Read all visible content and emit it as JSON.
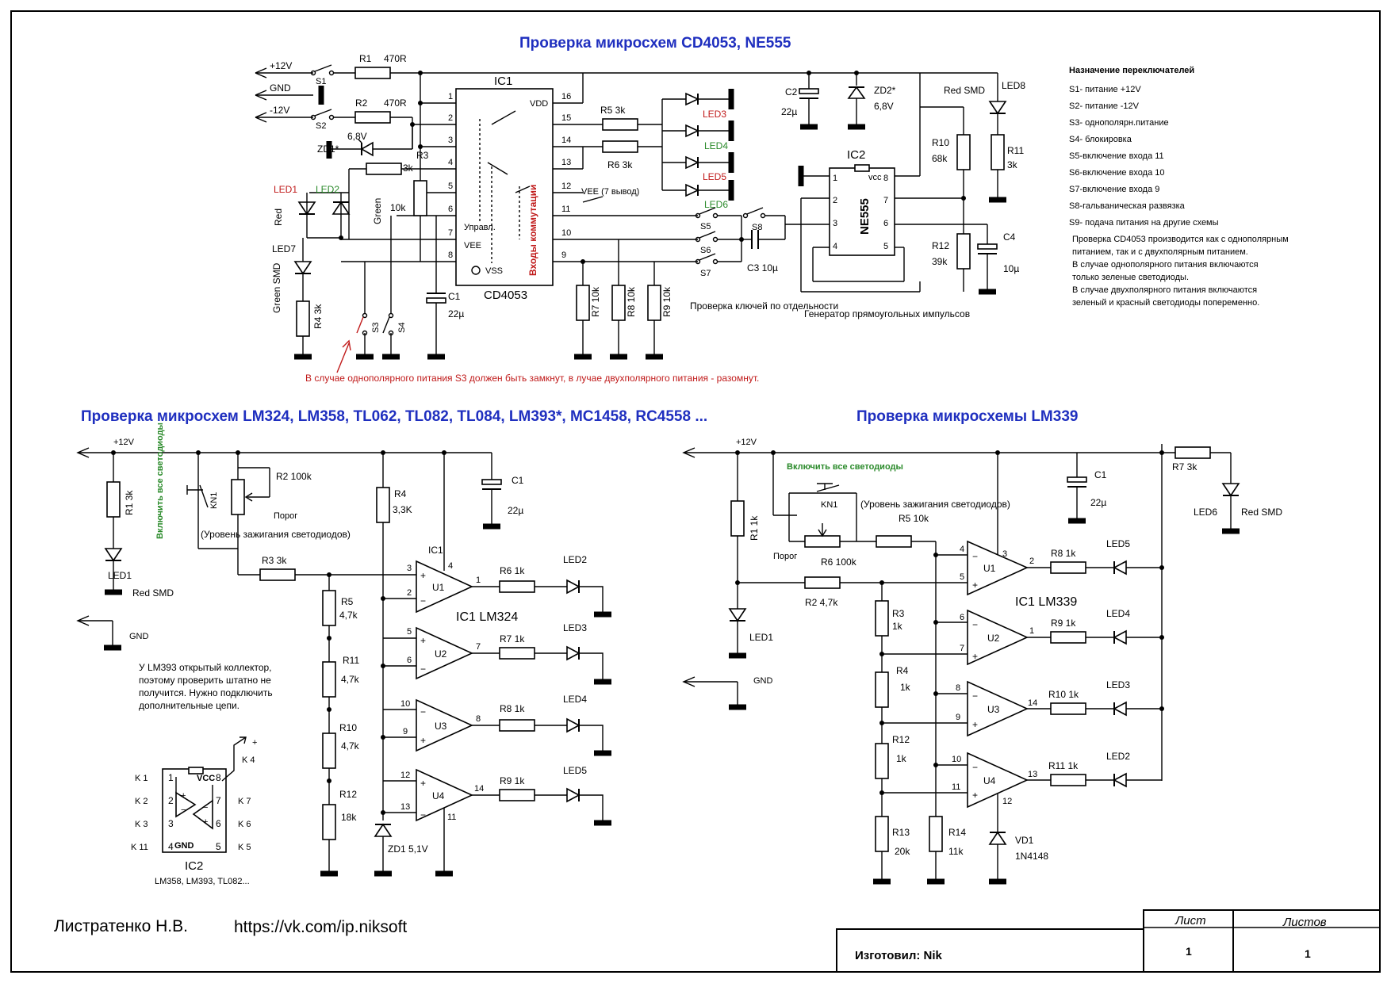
{
  "titles": {
    "top": "Проверка микросхем CD4053, NE555",
    "left": "Проверка микросхем LM324, LM358, TL062, TL082, TL084, LM393*, MC1458, RC4558 ...",
    "right": "Проверка микросхемы LM339"
  },
  "top": {
    "rails": {
      "p12": "+12V",
      "gnd": "GND",
      "m12": "-12V"
    },
    "r1": "R1",
    "r1v": "470R",
    "r2": "R2",
    "r2v": "470R",
    "r3": "R3",
    "r3v": "3k",
    "zd1": "ZD1*",
    "zd1v": "6,8V",
    "s1": "S1",
    "s2": "S2",
    "s3": "S3",
    "s4": "S4",
    "r10k": "10k",
    "led1": "LED1",
    "led1c": "Red",
    "led2": "LED2",
    "led2c": "Green",
    "led7": "LED7",
    "led7c": "Green SMD",
    "r4": "R4 3k",
    "ic1": "IC1",
    "ic1name": "CD4053",
    "pins_l": [
      "1",
      "2",
      "3",
      "4",
      "5",
      "6",
      "7",
      "8"
    ],
    "pins_r": [
      "16",
      "15",
      "14",
      "13",
      "12",
      "11",
      "10",
      "9"
    ],
    "vdd": "VDD",
    "vee": "VEE",
    "vss": "VSS",
    "upr": "Управл.",
    "inputs": "Входы коммутации",
    "veenote": "VEE (7 вывод)",
    "c1": "C1",
    "c1v": "22µ",
    "r5": "R5  3k",
    "r6": "R6  3k",
    "led3": "LED3",
    "led4": "LED4",
    "led5": "LED5",
    "led6": "LED6",
    "r7": "R7  10k",
    "r8": "R8  10k",
    "r9": "R9  10k",
    "s5": "S5",
    "s6": "S6",
    "s7": "S7",
    "s8": "S8",
    "c3": "C3  10µ",
    "keys": "Проверка ключей по отдельности",
    "c2": "C2",
    "c2v": "22µ",
    "zd2": "ZD2*",
    "zd2v": "6,8V",
    "ic2": "IC2",
    "ne555": "NE555",
    "vcc": "vcc",
    "ne_pins": [
      "1",
      "2",
      "3",
      "4",
      "8",
      "7",
      "6",
      "5"
    ],
    "r10": "R10",
    "r10v": "68k",
    "r12": "R12",
    "r12v": "39k",
    "c4": "C4",
    "c4v": "10µ",
    "led8": "LED8",
    "led8c": "Red SMD",
    "r11": "R11",
    "r11v": "3k",
    "gen": "Генератор прямоугольных импульсов",
    "note": "В случае однополярного питания S3 должен быть замкнут, в лучае двухполярного питания - разомнут."
  },
  "switches": {
    "heading": "Назначение переключателей",
    "items": [
      {
        "text": "S1- питание +12V",
        "color": "#000000"
      },
      {
        "text": "S2- питание -12V",
        "color": "#000000"
      },
      {
        "text": "S3- однополярн.питание",
        "color": "#c01a1a"
      },
      {
        "text": "S4- блокировка",
        "color": "#000000"
      },
      {
        "text": "S5-включение входа 11",
        "color": "#000000"
      },
      {
        "text": "S6-включение входа 10",
        "color": "#000000"
      },
      {
        "text": "S7-включение входа 9",
        "color": "#000000"
      },
      {
        "text": "S8-гальваническая развязка",
        "color": "#000000"
      },
      {
        "text": "S9- подача питания на другие схемы",
        "color": "#000000"
      }
    ],
    "desc": [
      "Проверка CD4053 производится как с однополярным",
      "питанием, так и с двухполярным питанием.",
      "В случае однополярного питания включаются",
      "только зеленые светодиоды.",
      "В случае двухполярного питания включаются",
      "зеленый и красный светодиоды попеременно."
    ]
  },
  "left": {
    "p12": "+12V",
    "gnd": "GND",
    "r1": "R1  3k",
    "led1": "LED1",
    "led1c": "Red SMD",
    "enable": "Включить все светодиоды",
    "kn1": "KN1",
    "r2": "R2  100k",
    "porog": "Порог",
    "level": "(Уровень зажигания светодиодов)",
    "r3": "R3   3k",
    "r4": "R4",
    "r4v": "3,3K",
    "c1": "C1",
    "c1v": "22µ",
    "r5": "R5",
    "r5v": "4,7k",
    "r11": "R11",
    "r11v": "4,7k",
    "r10": "R10",
    "r10v": "4,7k",
    "r12": "R12",
    "r12v": "18k",
    "zd1": "ZD1  5,1V",
    "ic1": "IC1",
    "ic1name": "IC1 LM324",
    "units": [
      "U1",
      "U2",
      "U3",
      "U4"
    ],
    "pins": {
      "u1": [
        "3",
        "2",
        "1",
        "4"
      ],
      "u2": [
        "5",
        "6",
        "7"
      ],
      "u3": [
        "10",
        "9",
        "8"
      ],
      "u4": [
        "12",
        "13",
        "14",
        "11"
      ]
    },
    "rs": [
      "R6   1k",
      "R7   1k",
      "R8   1k",
      "R9   1k"
    ],
    "leds": [
      "LED2",
      "LED3",
      "LED4",
      "LED5"
    ],
    "lm393note": [
      "У LM393 открытый коллектор,",
      "поэтому проверить штатно не",
      "получится. Нужно подключить",
      "дополнительные цепи."
    ],
    "ic2": "IC2",
    "ic2sub": "LM358, LM393, TL082...",
    "kl": [
      "K 1",
      "K 2",
      "K 3",
      "K 11"
    ],
    "kr": [
      "K 7",
      "K 6",
      "K 5"
    ],
    "k4": "K 4",
    "ipl": [
      "1",
      "2",
      "3",
      "4"
    ],
    "ipr": [
      "8",
      "7",
      "6",
      "5"
    ],
    "vcc": "VCC",
    "gndp": "GND"
  },
  "right": {
    "p12": "+12V",
    "gnd": "GND",
    "enable": "Включить все светодиоды",
    "kn1": "KN1",
    "level": "(Уровень зажигания светодиодов)",
    "r1": "R1  1k",
    "led1": "LED1",
    "r5": "R5  10k",
    "porog": "Порог",
    "r6": "R6  100k",
    "r2": "R2  4,7k",
    "r3": "R3",
    "r3v": "1k",
    "r4": "R4",
    "r4v": "1k",
    "r12": "R12",
    "r12v": "1k",
    "r13": "R13",
    "r13v": "20k",
    "r14": "R14",
    "r14v": "11k",
    "vd1": "VD1",
    "vd1v": "1N4148",
    "c1": "C1",
    "c1v": "22µ",
    "r7": "R7  3k",
    "led6": "LED6",
    "led6c": "Red SMD",
    "ic1name": "IC1 LM339",
    "units": [
      "U1",
      "U2",
      "U3",
      "U4"
    ],
    "pins": {
      "u1": [
        "4",
        "5",
        "2",
        "3"
      ],
      "u2": [
        "6",
        "7",
        "1"
      ],
      "u3": [
        "8",
        "9",
        "14"
      ],
      "u4": [
        "10",
        "11",
        "13",
        "12"
      ]
    },
    "rs": [
      "R8   1k",
      "R9   1k",
      "R10  1k",
      "R11  1k"
    ],
    "leds": [
      "LED5",
      "LED4",
      "LED3",
      "LED2"
    ]
  },
  "footer": {
    "author": "Листратенко Н.В.",
    "url": "https://vk.com/ip.niksoft",
    "list": "Лист",
    "listov": "Листов",
    "made": "Изготовил: Nik",
    "list_val": "1",
    "listov_val": "1"
  }
}
